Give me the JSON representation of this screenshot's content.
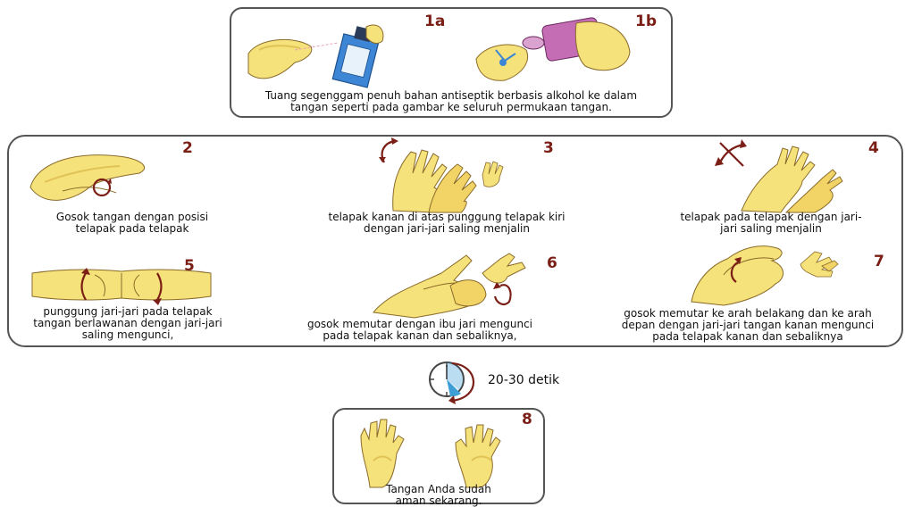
{
  "top": {
    "step_1a": "1a",
    "step_1b": "1b",
    "caption": "Tuang segenggam penuh bahan antiseptik berbasis alkohol ke dalam\ntangan seperti pada gambar ke seluruh permukaan tangan."
  },
  "middle": {
    "steps": [
      {
        "number": "2",
        "caption": "Gosok tangan dengan posisi\ntelapak pada telapak"
      },
      {
        "number": "3",
        "caption": "telapak kanan di atas punggung telapak kiri\ndengan jari-jari saling menjalin"
      },
      {
        "number": "4",
        "caption": "telapak pada telapak dengan jari-\njari saling menjalin"
      },
      {
        "number": "5",
        "caption": "punggung jari-jari pada telapak\ntangan berlawanan dengan jari-jari\nsaling mengunci,"
      },
      {
        "number": "6",
        "caption": "gosok memutar dengan ibu jari mengunci\npada telapak kanan dan sebaliknya,"
      },
      {
        "number": "7",
        "caption": "gosok memutar ke arah belakang dan ke arah\ndepan dengan jari-jari tangan kanan mengunci\npada telapak kanan dan sebaliknya"
      }
    ]
  },
  "timer": {
    "label": "20-30 detik"
  },
  "bottom": {
    "number": "8",
    "caption": "Tangan Anda sudah\naman sekarang."
  },
  "colors": {
    "skin": "#f6e27a",
    "skin_shadow": "#e0c256",
    "outline": "#8a6a2a",
    "arrow": "#7a1e16",
    "bottle": "#3d86d6",
    "bottle_pink": "#c46cb4",
    "timer_blue": "#3d9fd6"
  }
}
